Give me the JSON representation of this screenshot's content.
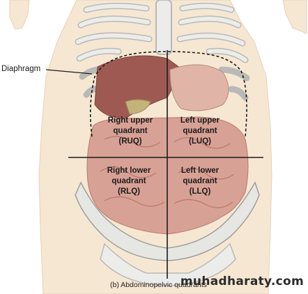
{
  "labels": {
    "diaphragm": "Diaphragm",
    "ruq": [
      "Right upper",
      "quadrant",
      "(RUQ)"
    ],
    "luq": [
      "Left upper",
      "quadrant",
      "(LUQ)"
    ],
    "rlq": [
      "Right lower",
      "quadrant",
      "(RLQ)"
    ],
    "llq": [
      "Left lower",
      "quadrant",
      "(LLQ)"
    ]
  },
  "caption": "(b) Abdominopelvic quadrants",
  "watermark": "muhadharaty.com",
  "colors": {
    "skin": "#f6e7d2",
    "bone": "#e9e9e6",
    "bone_outline": "#b9b9b6",
    "organ": "#cf9a8a",
    "liver": "#9e5a52",
    "intestine": "#d8a195",
    "line": "#1b1b1b"
  }
}
